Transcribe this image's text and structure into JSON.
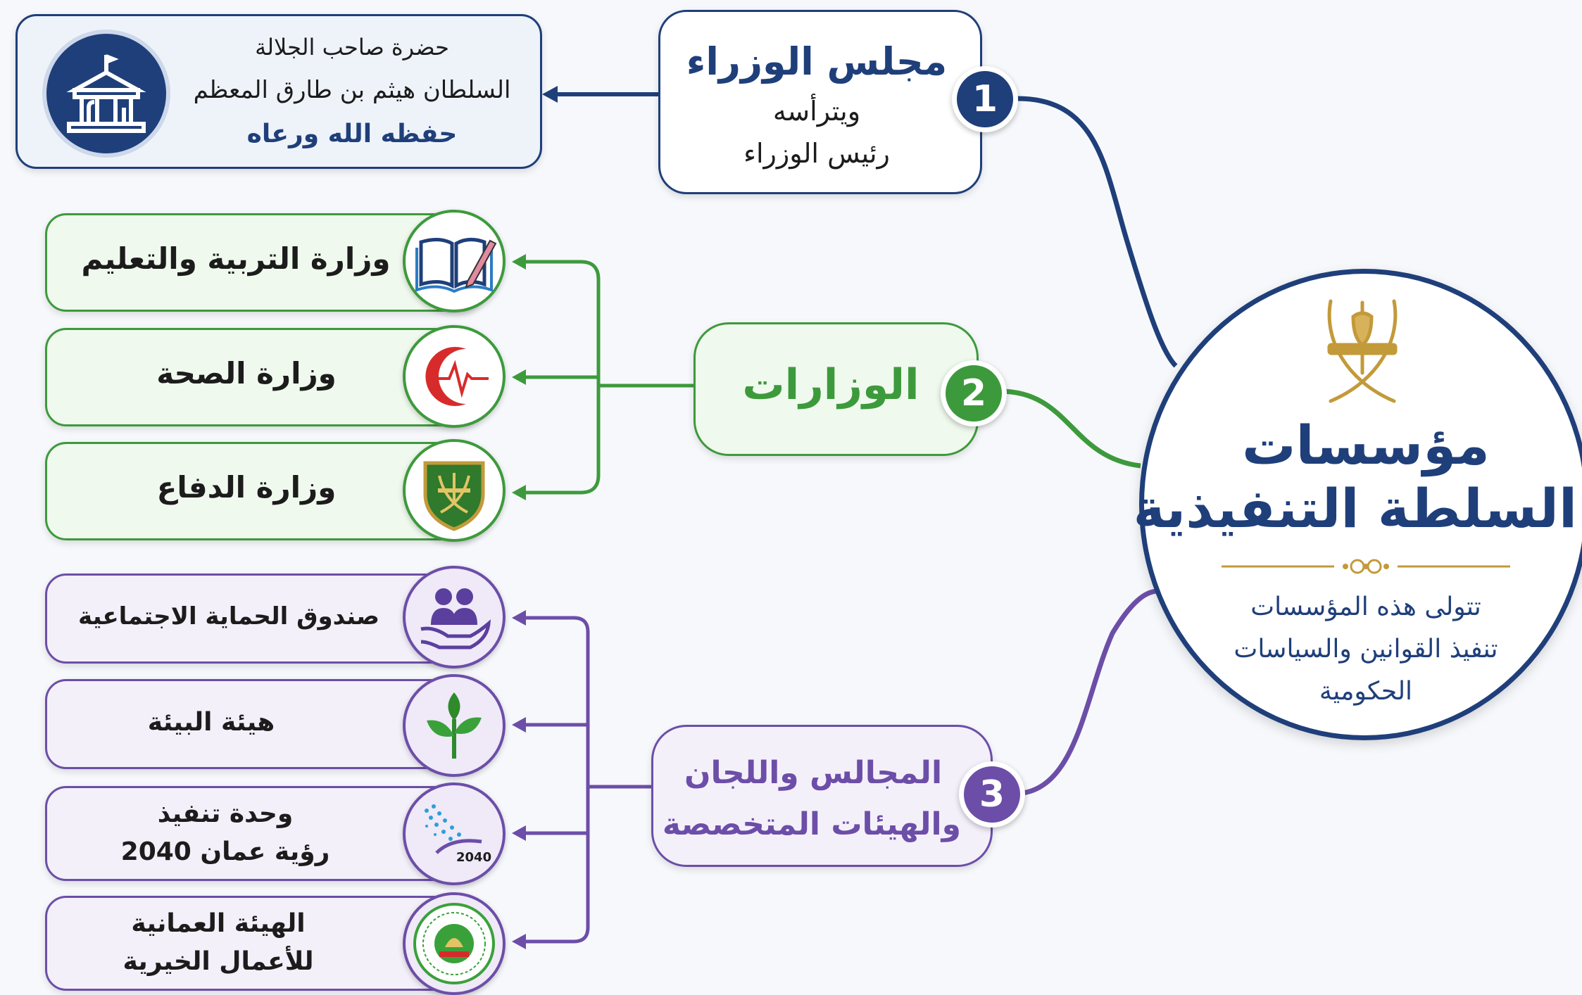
{
  "center": {
    "title_line1": "مؤسسات",
    "title_line2": "السلطة التنفيذية",
    "desc_line1": "تتولى هذه المؤسسات",
    "desc_line2": "تنفيذ القوانين والسياسات",
    "desc_line3": "الحكومية"
  },
  "branch1": {
    "number": "1",
    "title": "مجلس الوزراء",
    "sub_line1": "ويترأسه",
    "sub_line2": "رئيس الوزراء",
    "info_line1": "حضرة صاحب الجلالة",
    "info_line2": "السلطان هيثم بن طارق المعظم",
    "info_line3": "حفظه الله ورعاه",
    "color": "#1f3f7a"
  },
  "branch2": {
    "number": "2",
    "title": "الوزارات",
    "color": "#3d9a3c",
    "items": [
      {
        "label": "وزارة التربية والتعليم",
        "icon": "book-pencil-icon"
      },
      {
        "label": "وزارة الصحة",
        "icon": "crescent-heartbeat-icon"
      },
      {
        "label": "وزارة الدفاع",
        "icon": "shield-emblem-icon"
      }
    ]
  },
  "branch3": {
    "number": "3",
    "title_line1": "المجالس واللجان",
    "title_line2": "والهيئات المتخصصة",
    "color": "#6c4ea8",
    "items": [
      {
        "line1": "صندوق الحماية الاجتماعية",
        "line2": "",
        "icon": "family-hand-icon"
      },
      {
        "line1": "هيئة البيئة",
        "line2": "",
        "icon": "plant-icon"
      },
      {
        "line1": "وحدة تنفيذ",
        "line2": "رؤية عمان 2040",
        "icon": "vision-2040-logo-icon",
        "logo_text": "2040"
      },
      {
        "line1": "الهيئة العمانية",
        "line2": "للأعمال الخيرية",
        "icon": "charitable-organization-logo-icon"
      }
    ]
  }
}
